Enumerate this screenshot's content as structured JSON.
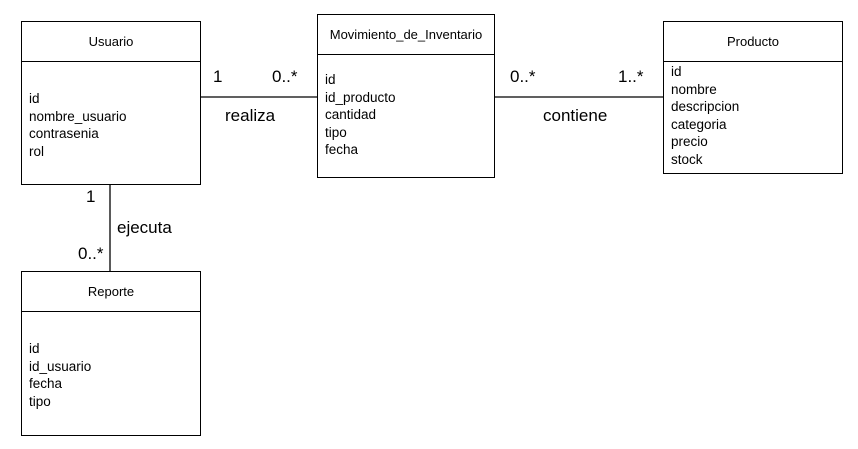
{
  "entities": {
    "usuario": {
      "name": "Usuario",
      "attributes": [
        "id",
        "nombre_usuario",
        "contrasenia",
        "rol"
      ]
    },
    "movimiento": {
      "name": "Movimiento_de_Inventario",
      "attributes": [
        "id",
        "id_producto",
        "cantidad",
        "tipo",
        "fecha"
      ]
    },
    "producto": {
      "name": "Producto",
      "attributes": [
        "id",
        "nombre",
        "descripcion",
        "categoria",
        "precio",
        "stock"
      ]
    },
    "reporte": {
      "name": "Reporte",
      "attributes": [
        "id",
        "id_usuario",
        "fecha",
        "tipo"
      ]
    }
  },
  "relationships": {
    "realiza": {
      "name": "realiza",
      "from": "usuario",
      "to": "movimiento",
      "from_multiplicity": "1",
      "to_multiplicity": "0..*"
    },
    "contiene": {
      "name": "contiene",
      "from": "movimiento",
      "to": "producto",
      "from_multiplicity": "0..*",
      "to_multiplicity": "1..*"
    },
    "ejecuta": {
      "name": "ejecuta",
      "from": "usuario",
      "to": "reporte",
      "from_multiplicity": "1",
      "to_multiplicity": "0..*"
    }
  },
  "colors": {
    "line": "#000000",
    "background": "#ffffff",
    "text": "#000000"
  }
}
